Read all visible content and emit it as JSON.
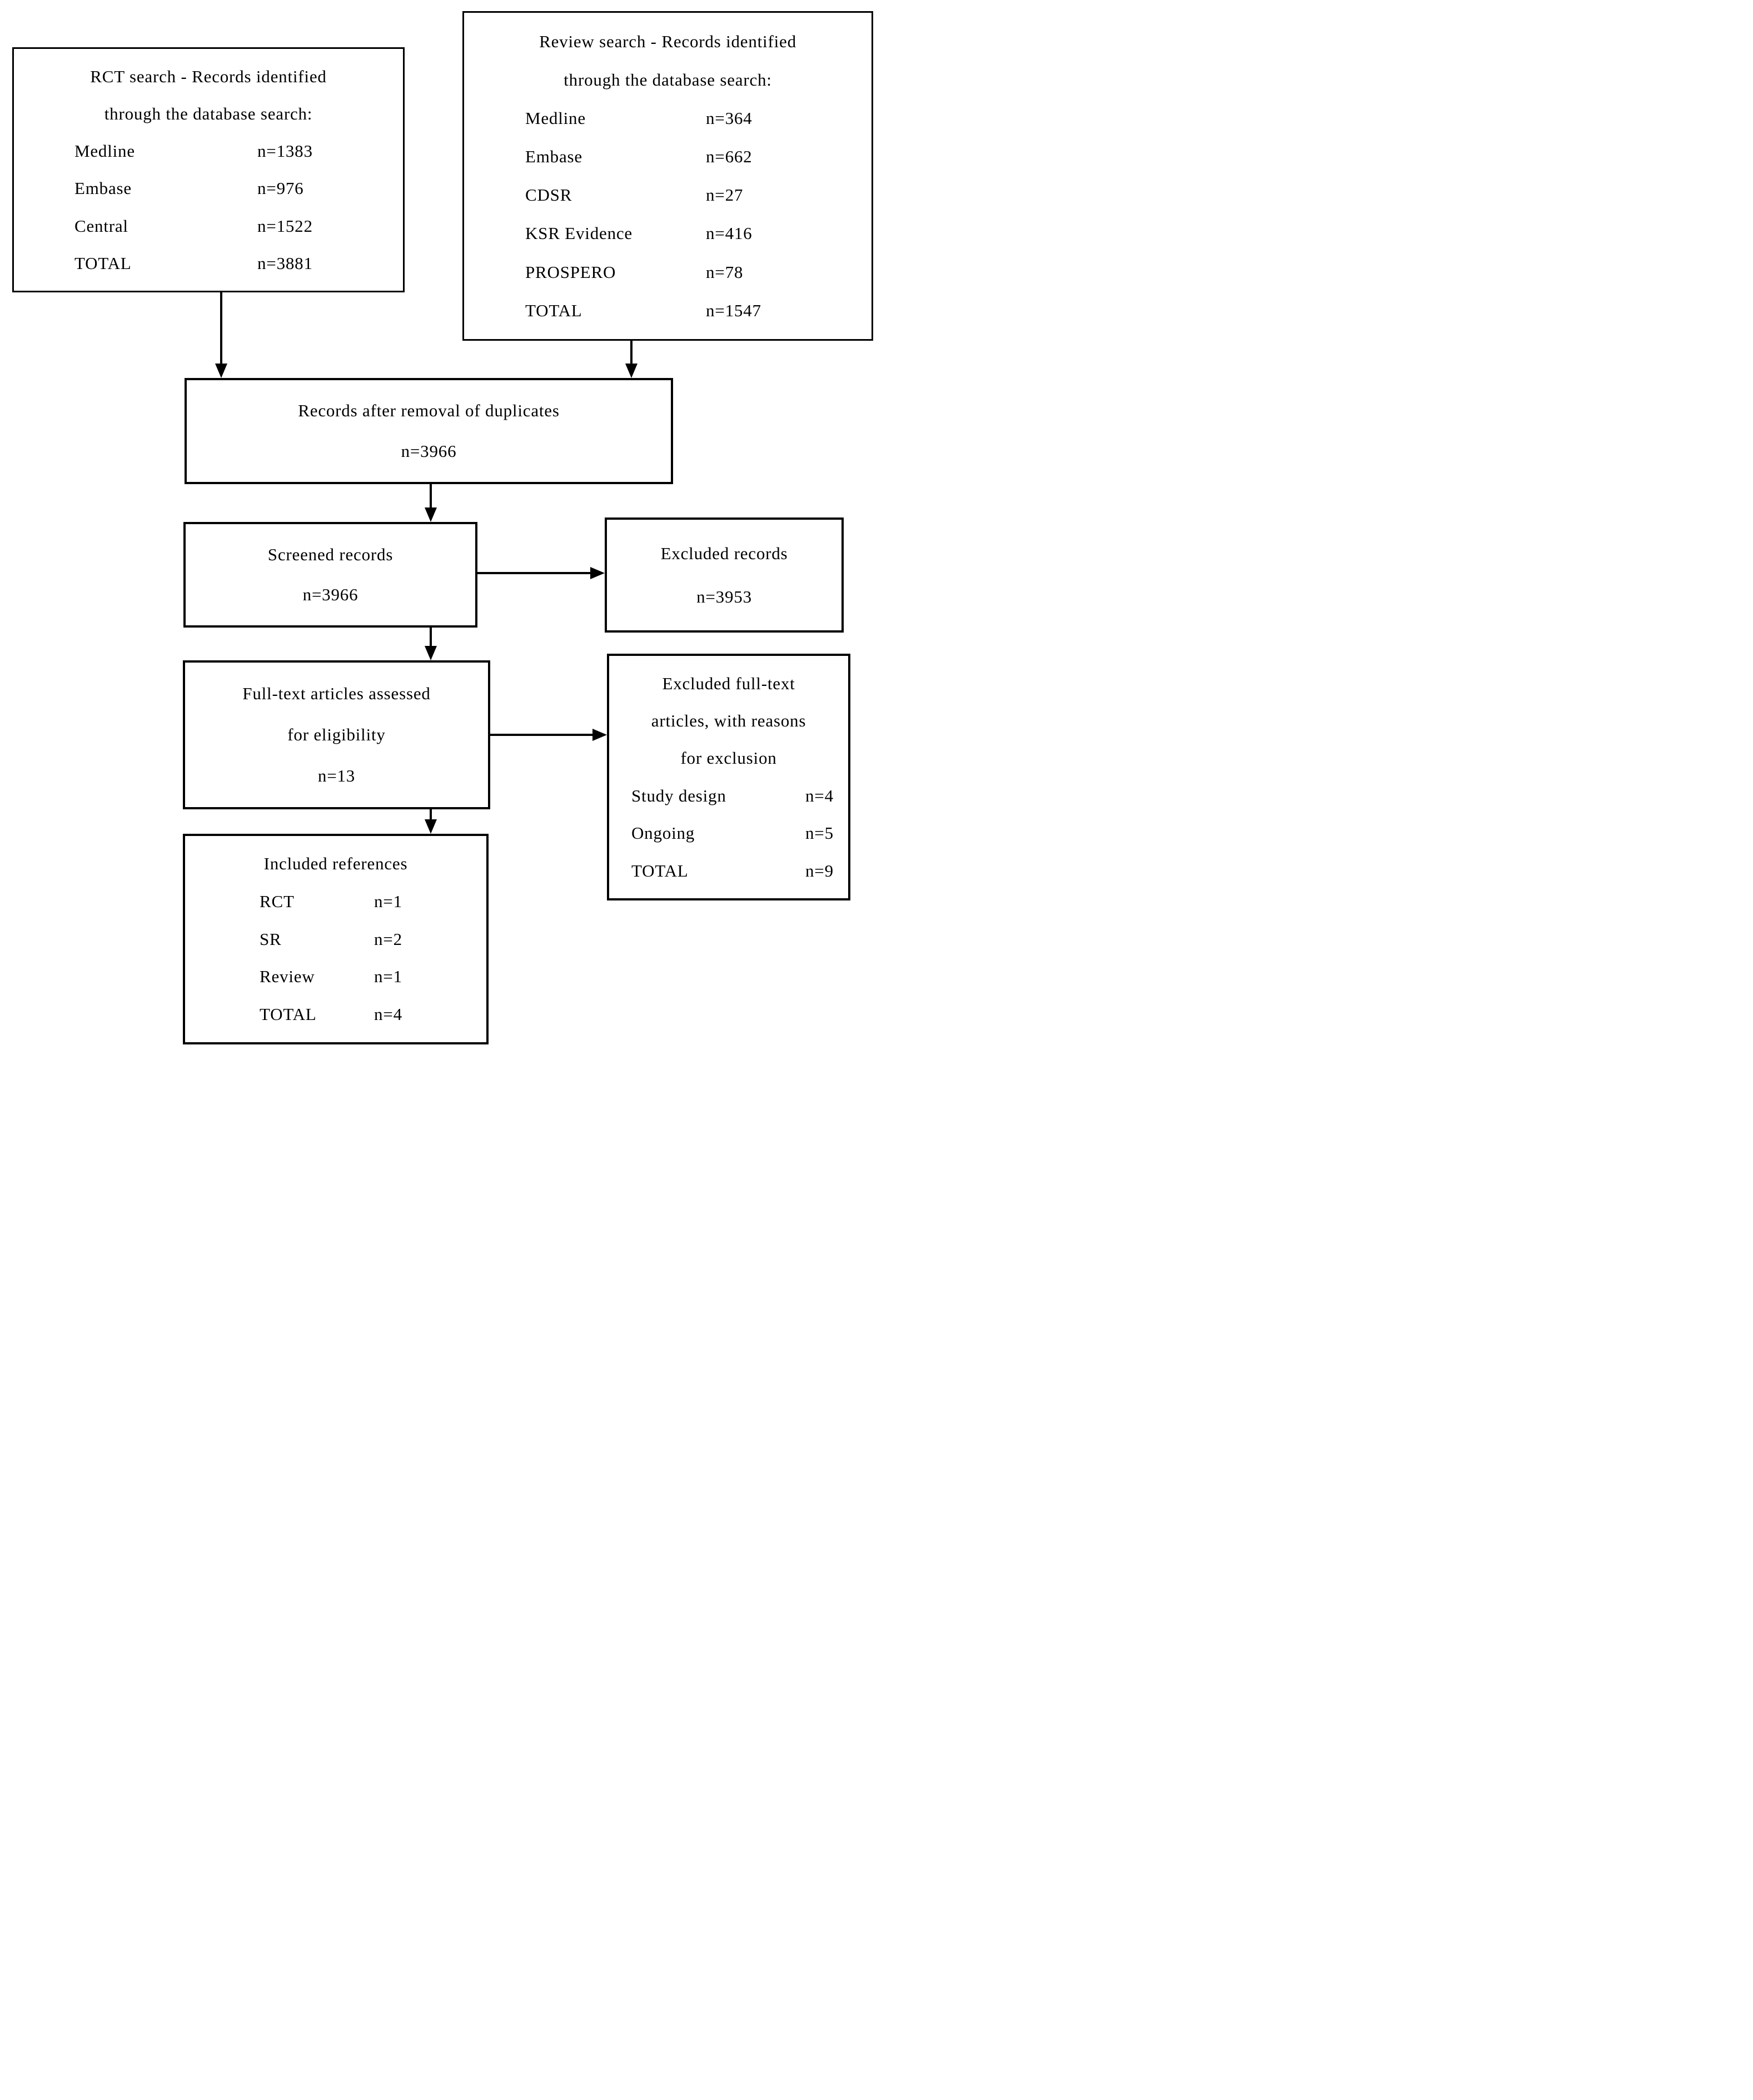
{
  "figure": {
    "background": "#ffffff",
    "ink": "#000000"
  },
  "boxes": {
    "rct_search": {
      "title": [
        "RCT search - Records identified",
        "through the database search:"
      ],
      "rows": [
        {
          "label": "Medline",
          "value": "n=1383"
        },
        {
          "label": "Embase",
          "value": "n=976"
        },
        {
          "label": "Central",
          "value": "n=1522"
        },
        {
          "label": "TOTAL",
          "value": "n=3881"
        }
      ]
    },
    "review_search": {
      "title": [
        "Review search - Records identified",
        "through the database search:"
      ],
      "rows": [
        {
          "label": "Medline",
          "value": "n=364"
        },
        {
          "label": "Embase",
          "value": "n=662"
        },
        {
          "label": "CDSR",
          "value": "n=27"
        },
        {
          "label": "KSR Evidence",
          "value": "n=416"
        },
        {
          "label": "PROSPERO",
          "value": "n=78"
        },
        {
          "label": "TOTAL",
          "value": "n=1547"
        }
      ]
    },
    "deduplicated": {
      "lines": [
        "Records after removal of duplicates",
        "n=3966"
      ]
    },
    "screened": {
      "lines": [
        "Screened records",
        "n=3966"
      ]
    },
    "excluded_records": {
      "lines": [
        "Excluded records",
        "n=3953"
      ]
    },
    "full_text": {
      "lines": [
        "Full-text articles assessed",
        "for eligibility",
        "n=13"
      ]
    },
    "excluded_full_text": {
      "title": [
        "Excluded full-text",
        "articles, with reasons",
        "for exclusion"
      ],
      "rows": [
        {
          "label": "Study design",
          "value": "n=4"
        },
        {
          "label": "Ongoing",
          "value": "n=5"
        },
        {
          "label": "TOTAL",
          "value": "n=9"
        }
      ]
    },
    "included": {
      "title": [
        "Included references"
      ],
      "rows": [
        {
          "label": "RCT",
          "value": "n=1"
        },
        {
          "label": "SR",
          "value": "n=2"
        },
        {
          "label": "Review",
          "value": "n=1"
        },
        {
          "label": "TOTAL",
          "value": "n=4"
        }
      ]
    }
  }
}
